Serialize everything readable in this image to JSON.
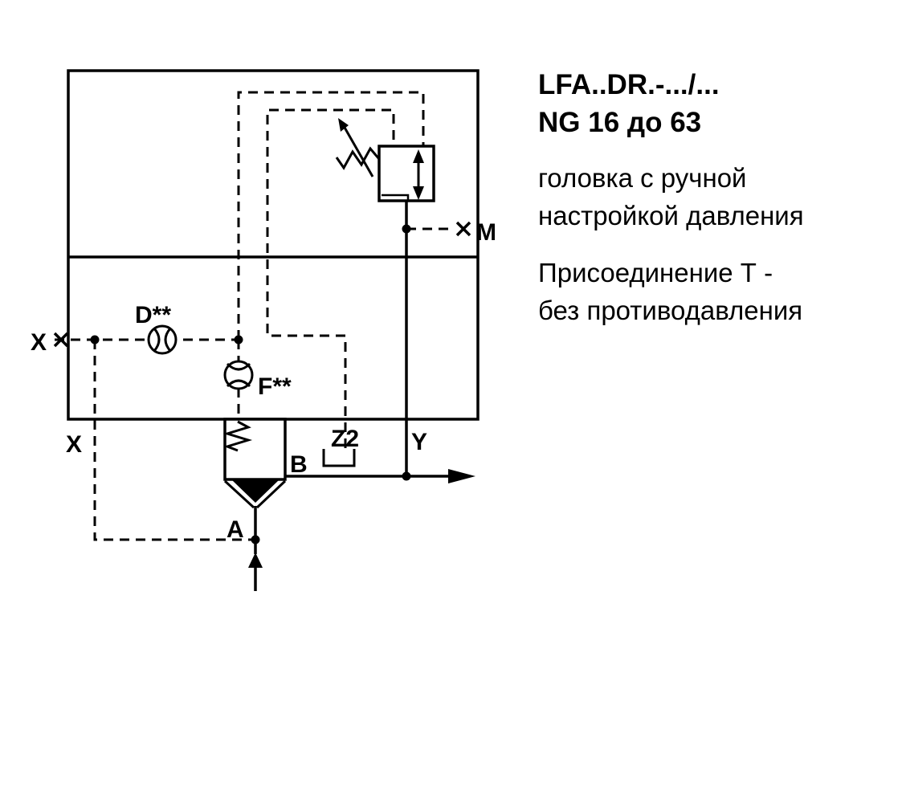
{
  "heading": {
    "model": "LFA..DR.-.../...",
    "size": "NG 16 до 63"
  },
  "description": {
    "line1": "головка с ручной",
    "line2": "настройкой давления",
    "line3": "Присоединение Т -",
    "line4": "без противодавления"
  },
  "labels": {
    "port_x_left": "X",
    "port_x_bottom": "X",
    "port_m": "M",
    "port_y": "Y",
    "port_b": "B",
    "port_a": "A",
    "port_z2": "Z2",
    "orifice_d": "D**",
    "orifice_f": "F**"
  },
  "diagram": {
    "type": "hydraulic-circuit",
    "colors": {
      "line": "#000000",
      "background": "#ffffff"
    }
  }
}
